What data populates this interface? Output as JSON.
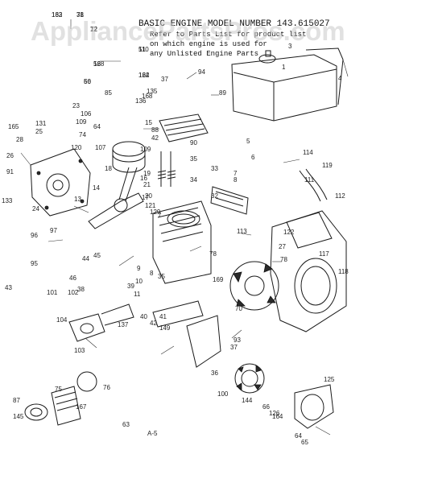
{
  "watermark": "AppliancePartsPros.com",
  "header": {
    "line1": "BASIC ENGINE  MODEL NUMBER 143.615027",
    "line2": "Refer to Parts List for product list",
    "line3": "on which engine is used for",
    "line4": "any Unlisted Engine Parts"
  },
  "page_code": "A-5",
  "callouts": [
    "132",
    "38",
    "12",
    "52",
    "51",
    "162",
    "56",
    "37",
    "94",
    "168",
    "135",
    "136",
    "85",
    "15",
    "131",
    "25",
    "165",
    "28",
    "26",
    "91",
    "24",
    "133",
    "23",
    "106",
    "109",
    "107",
    "74",
    "120",
    "64",
    "109",
    "18",
    "16",
    "14",
    "17",
    "13",
    "129",
    "19",
    "21",
    "20",
    "121",
    "7",
    "8",
    "9",
    "10",
    "11",
    "38",
    "39",
    "40",
    "41",
    "42",
    "44",
    "45",
    "46",
    "96",
    "97",
    "95",
    "43",
    "101",
    "102",
    "104",
    "103",
    "137",
    "76",
    "63",
    "167",
    "75",
    "87",
    "145",
    "89",
    "88",
    "42",
    "90",
    "35",
    "34",
    "33",
    "32",
    "1",
    "3",
    "4",
    "5",
    "6",
    "7",
    "8",
    "114",
    "119",
    "111",
    "112",
    "113",
    "122",
    "27",
    "117",
    "118",
    "78",
    "78",
    "35",
    "149",
    "169",
    "70",
    "93",
    "37",
    "36",
    "100",
    "144",
    "66",
    "126",
    "125",
    "64",
    "65",
    "164",
    "163",
    "71",
    "72",
    "168",
    "110",
    "124",
    "60"
  ]
}
